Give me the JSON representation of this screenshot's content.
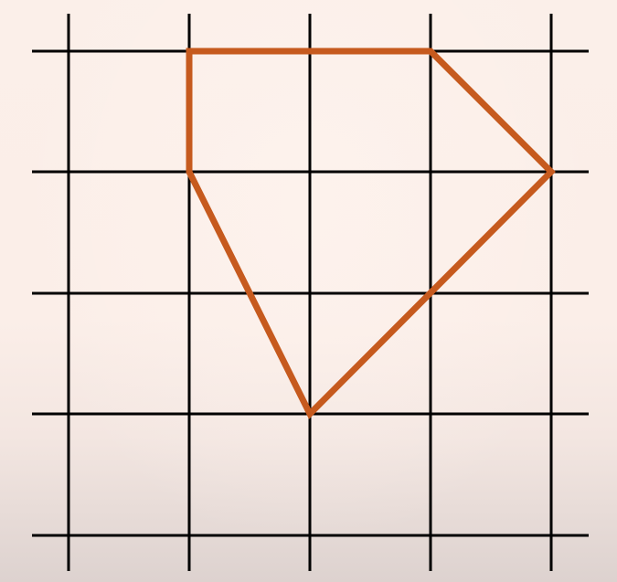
{
  "diagram": {
    "type": "polygon-on-grid",
    "grid": {
      "columns": 4,
      "rows": 4,
      "line_color": "#000000"
    },
    "polygon": {
      "stroke_color": "#c65a1e",
      "vertices": [
        {
          "col": 1,
          "row": 0
        },
        {
          "col": 3,
          "row": 0
        },
        {
          "col": 4,
          "row": 1
        },
        {
          "col": 2,
          "row": 3
        },
        {
          "col": 1,
          "row": 1
        }
      ]
    },
    "background_color": "#fbefe9"
  }
}
